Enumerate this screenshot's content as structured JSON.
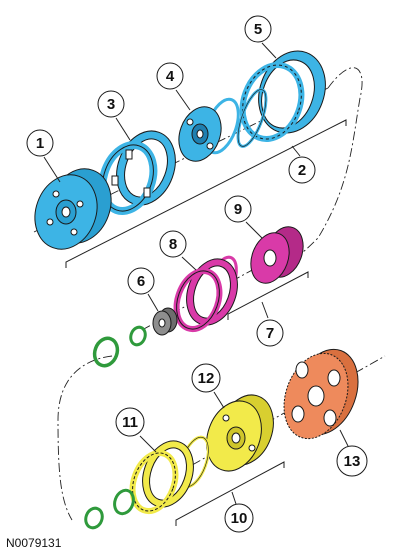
{
  "figure_code": "N0079131",
  "callouts": [
    "1",
    "2",
    "3",
    "4",
    "5",
    "6",
    "7",
    "8",
    "9",
    "10",
    "11",
    "12",
    "13"
  ],
  "colors": {
    "group_2": "#3db4e5",
    "group_7": "#d93aa8",
    "group_10": "#f2ea4a",
    "part_13": "#ee8a5c",
    "snap_rings": "#2f9a3c",
    "part_6": "#8e8e8e",
    "outline": "#1a1a1a"
  }
}
